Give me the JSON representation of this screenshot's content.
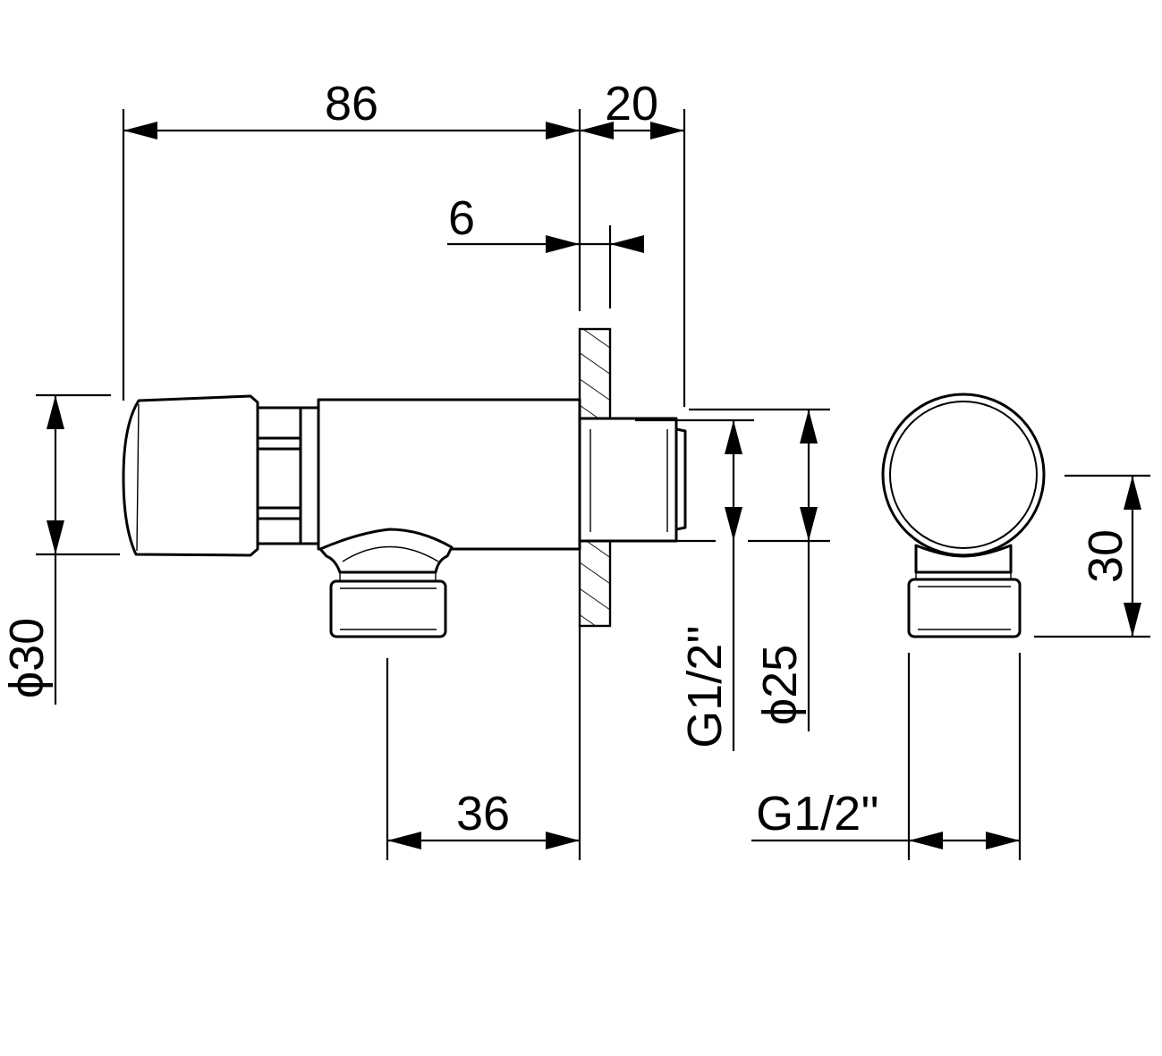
{
  "dimensions": {
    "overall_length": "86",
    "outlet_depth": "20",
    "wall_thickness": "6",
    "knob_diameter": "ϕ30",
    "thread_side": "G1/2''",
    "flange_diameter": "ϕ25",
    "inlet_offset": "36",
    "thread_bottom": "G1/2''",
    "body_height": "30"
  },
  "colors": {
    "line": "#000000",
    "background": "#ffffff"
  }
}
